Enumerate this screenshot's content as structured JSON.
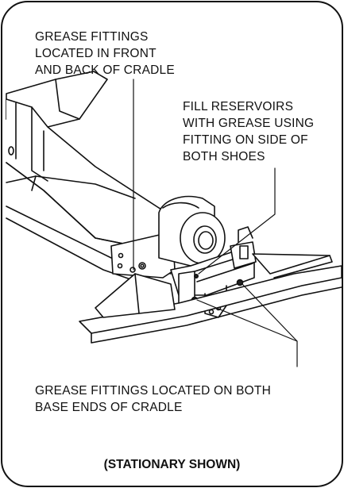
{
  "callouts": {
    "top": "GREASE FITTINGS\nLOCATED IN FRONT\nAND BACK OF CRADLE",
    "right": "FILL RESERVOIRS\nWITH GREASE USING\nFITTING ON SIDE OF\nBOTH SHOES",
    "bottom": "GREASE FITTINGS LOCATED ON BOTH\nBASE ENDS OF CRADLE"
  },
  "caption": "(STATIONARY SHOWN)"
}
